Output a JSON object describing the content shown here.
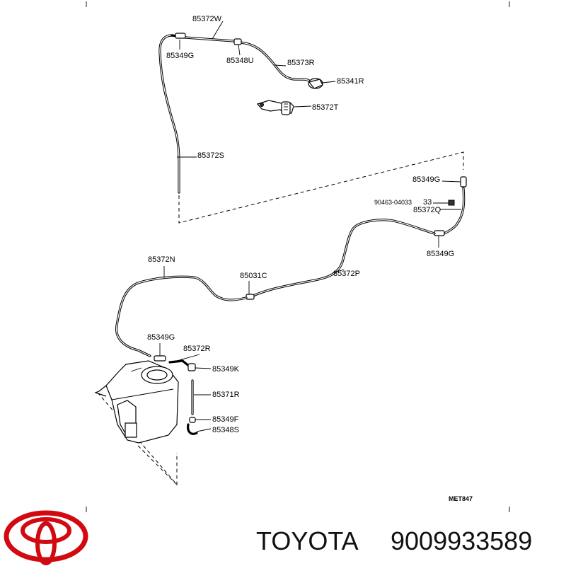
{
  "diagram": {
    "labels": {
      "l_85372W": "85372W",
      "l_85349G_top": "85349G",
      "l_85348U": "85348U",
      "l_85373R": "85373R",
      "l_85341R": "85341R",
      "l_85372T": "85372T",
      "l_85372S": "85372S",
      "l_85349G_r1": "85349G",
      "l_90463": "90463-04033",
      "l_33": "33",
      "l_85372Q": "85372Q",
      "l_85349G_r2": "85349G",
      "l_85372N": "85372N",
      "l_85031C": "85031C",
      "l_85372P": "85372P",
      "l_85349G_low": "85349G",
      "l_85372R": "85372R",
      "l_85349K": "85349K",
      "l_85371R": "85371R",
      "l_85349F": "85349F",
      "l_85348S": "85348S"
    },
    "code": "MET847"
  },
  "brand": {
    "name": "TOYOTA",
    "part_number": "9009933589",
    "logo_color": "#d10a11"
  }
}
